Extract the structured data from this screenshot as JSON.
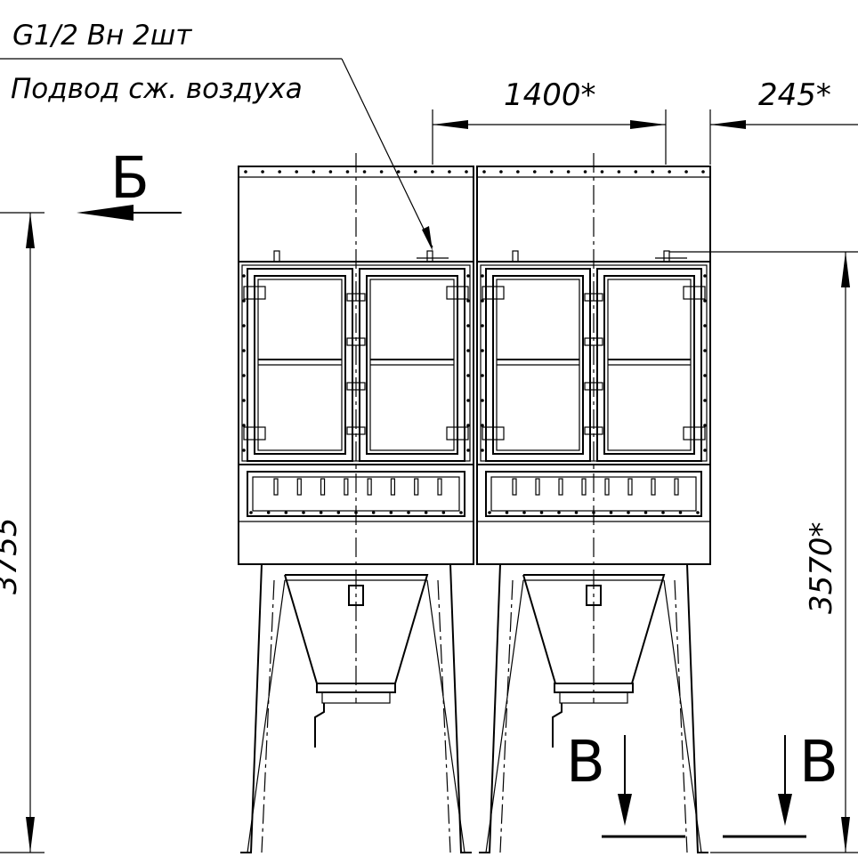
{
  "notes": {
    "connection_spec": "G1/2 Вн 2шт",
    "connection_label": "Подвод сж. воздуха"
  },
  "dimensions": {
    "width_center": "1400*",
    "width_right": "245*",
    "height_right": "3570*",
    "height_left": "3755"
  },
  "sections": {
    "left_marker": "Б",
    "bottom_marker_1": "В",
    "bottom_marker_2": "В"
  }
}
